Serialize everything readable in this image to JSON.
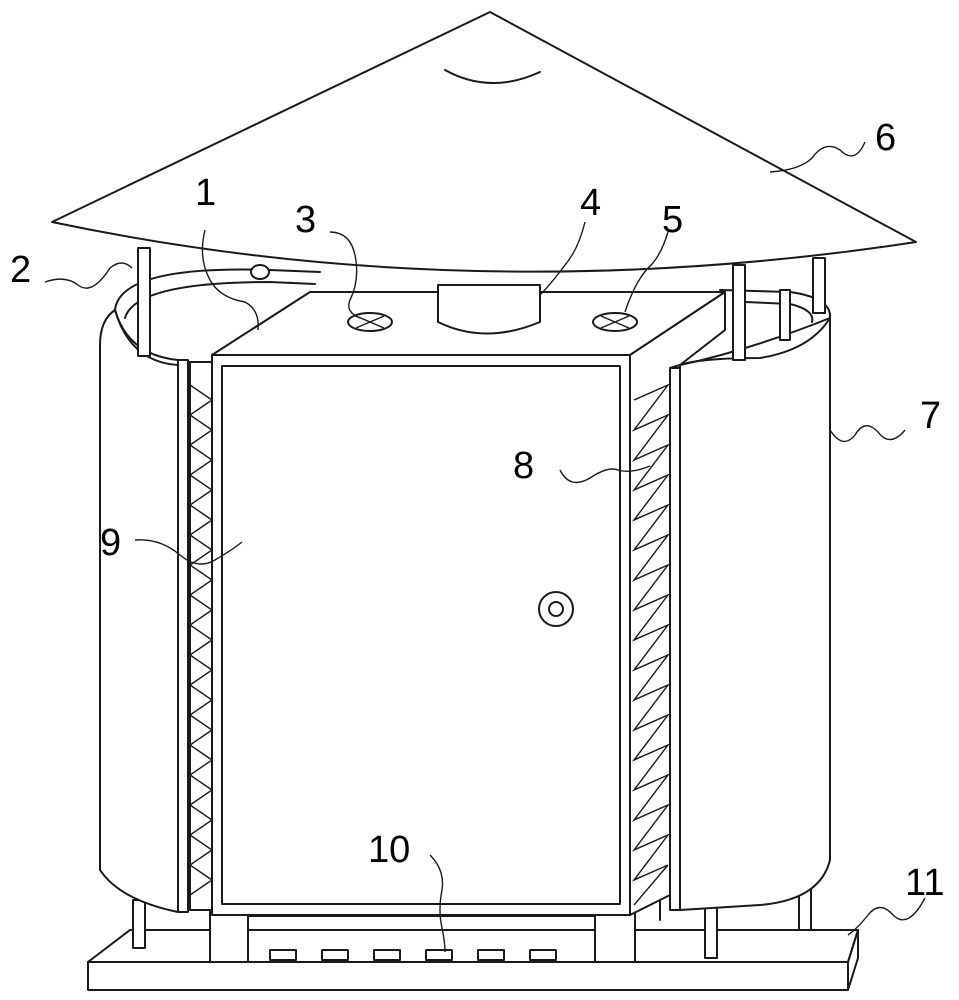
{
  "figure": {
    "labels": [
      {
        "id": "1",
        "text": "1"
      },
      {
        "id": "2",
        "text": "2"
      },
      {
        "id": "3",
        "text": "3"
      },
      {
        "id": "4",
        "text": "4"
      },
      {
        "id": "5",
        "text": "5"
      },
      {
        "id": "6",
        "text": "6"
      },
      {
        "id": "7",
        "text": "7"
      },
      {
        "id": "8",
        "text": "8"
      },
      {
        "id": "9",
        "text": "9"
      },
      {
        "id": "10",
        "text": "10"
      },
      {
        "id": "11",
        "text": "11"
      }
    ]
  }
}
